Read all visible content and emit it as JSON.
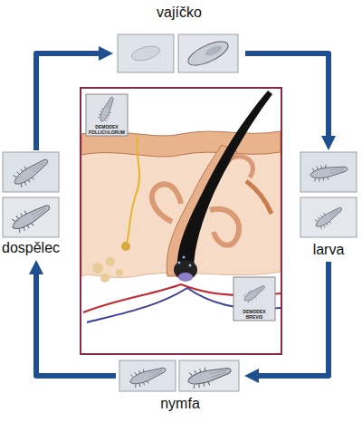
{
  "diagram": {
    "nodes": [
      {
        "text": [
          "vajíčko"
        ]
      },
      {
        "text": [
          "larva"
        ]
      },
      {
        "text": [
          "nymfa"
        ]
      },
      {
        "text": [
          "dospělec"
        ]
      }
    ],
    "edges": [
      {
        "from": 0,
        "to": 1,
        "arrow": "to"
      },
      {
        "from": 1,
        "to": 2,
        "arrow": "to"
      },
      {
        "from": 2,
        "to": 3,
        "arrow": "to"
      },
      {
        "from": 3,
        "to": 0,
        "arrow": "to"
      }
    ],
    "labels": [
      "DEMODEX FOLLICULORUM",
      "DEMODEX BREVIS"
    ]
  }
}
